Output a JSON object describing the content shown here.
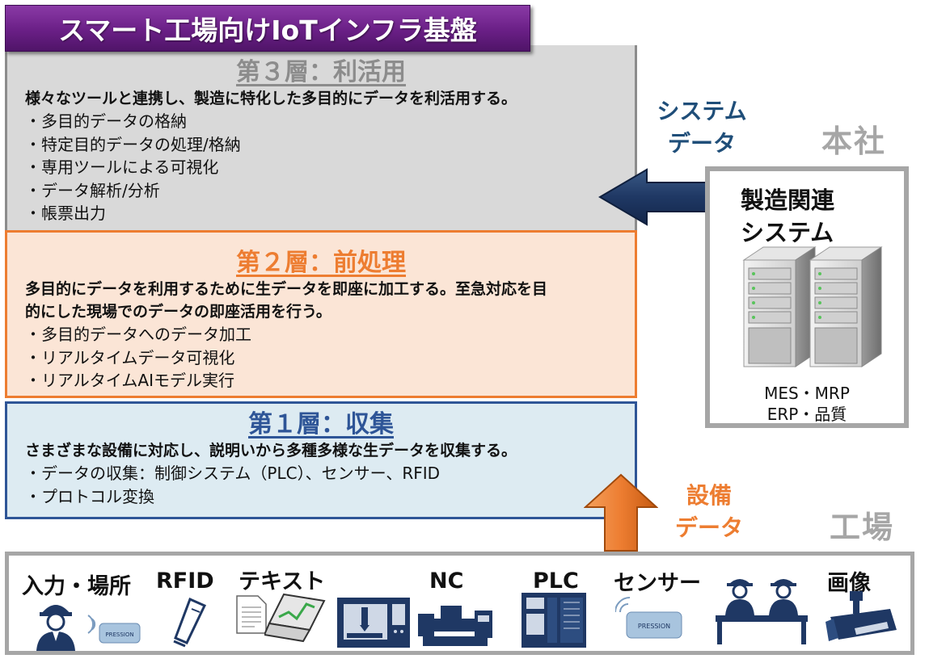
{
  "title": "スマート工場向けIoTインフラ基盤",
  "layers": {
    "layer3": {
      "title": "第３層：利活用",
      "description": "様々なツールと連携し、製造に特化した多目的にデータを利活用する。",
      "bullets": [
        "・多目的データの格納",
        "・特定目的データの処理/格納",
        "・専用ツールによる可視化",
        "・データ解析/分析",
        "・帳票出力"
      ]
    },
    "layer2": {
      "title": "第２層：前処理",
      "description_line1": "多目的にデータを利用するために生データを即座に加工する。至急対応を目",
      "description_line2": "的にした現場でのデータの即座活用を行う。",
      "bullets": [
        "・多目的データへのデータ加工",
        "・リアルタイムデータ可視化",
        "・リアルタイムAIモデル実行"
      ]
    },
    "layer1": {
      "title": "第１層：収集",
      "description": "さまざまな設備に対応し、説明いから多種多様な生データを収集する。",
      "bullets": [
        "・データの収集：制御システム（PLC）、センサー、RFID",
        "・プロトコル変換"
      ]
    }
  },
  "headquarters": {
    "label": "本社",
    "flow_line1": "システム",
    "flow_line2": "データ",
    "box_title_line1": "製造関連",
    "box_title_line2": "システム",
    "caption_line1": "MES・MRP",
    "caption_line2": "ERP・品質"
  },
  "factory": {
    "label": "工場",
    "flow_line1": "設備",
    "flow_line2": "データ",
    "devices": [
      "入力・場所",
      "RFID",
      "テキスト",
      "NC",
      "PLC",
      "センサー",
      "画像"
    ],
    "tag_text": "PRESSION"
  },
  "colors": {
    "title_purple": "#6a1f86",
    "layer3_gray": "#8c8c8c",
    "layer2_orange": "#ed7d31",
    "layer1_blue": "#2e5597",
    "arrow_navy": "#1f3864",
    "device_navy": "#1f3864"
  },
  "icons": [
    "worker-icon",
    "rfid-tag-icon",
    "rfid-scanner-icon",
    "document-icon",
    "laptop-icon",
    "cnc-machine-icon",
    "injection-machine-icon",
    "plc-panel-icon",
    "sensor-icon",
    "operator-desk-icon",
    "camera-icon",
    "server-rack-icon"
  ]
}
